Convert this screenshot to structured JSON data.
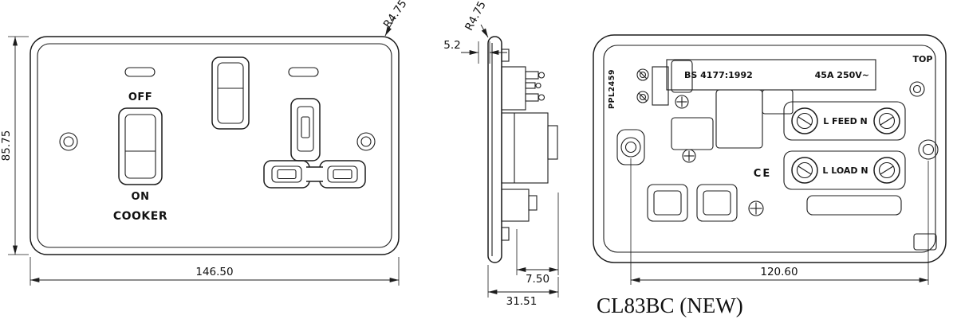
{
  "product_code": "CL83BC (NEW)",
  "front_view": {
    "off_label": "OFF",
    "on_label": "ON",
    "cooker_label": "COOKER",
    "dim_height": "85.75",
    "dim_width": "146.50",
    "dim_corner_radius": "R4.75"
  },
  "side_view": {
    "dim_corner_radius": "R4.75",
    "dim_plate_thickness": "5.2",
    "dim_back_depth": "7.50",
    "dim_overall_depth": "31.51"
  },
  "back_view": {
    "orientation_label": "TOP",
    "moulding_ref": "PPL2459",
    "standard_label": "BS 4177:1992",
    "rating_label": "45A 250V~",
    "feed_terminal_label": "L FEED N",
    "load_terminal_label": "L LOAD N",
    "ce_mark": "CE",
    "dim_fixing_centres": "120.60"
  }
}
